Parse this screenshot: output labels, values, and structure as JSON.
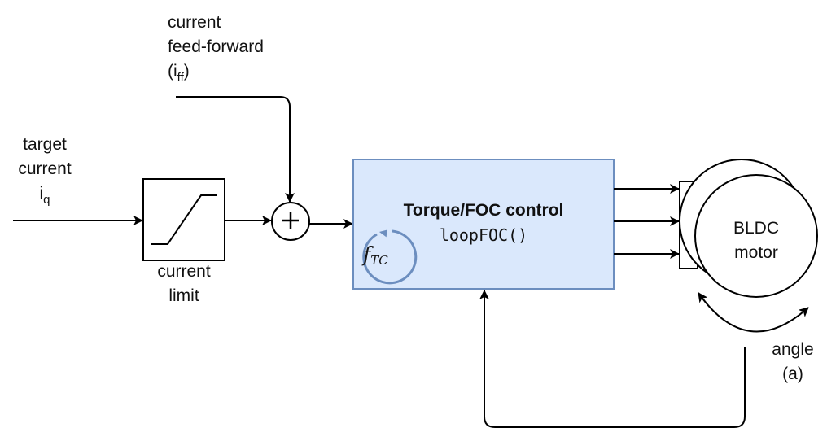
{
  "colors": {
    "line": "#000000",
    "block_fill": "#dae8fc",
    "block_border": "#6c8ebf",
    "loop_icon": "#6c8ebf"
  },
  "labels": {
    "feedforward": {
      "line1": "current",
      "line2": "feed-forward",
      "paren_open": "(i",
      "subscript": "ff",
      "paren_close": ")"
    },
    "target": {
      "line1": "target",
      "line2": "current",
      "symbol": "i",
      "subscript": "q"
    },
    "limit_block": {
      "line1": "current",
      "line2": "limit"
    },
    "summing_junction": {
      "symbol": "+"
    },
    "foc_block": {
      "title": "Torque/FOC control",
      "function": "loopFOC()",
      "loop_symbol": "f",
      "loop_subscript": "TC"
    },
    "motor": {
      "line1": "BLDC",
      "line2": "motor"
    },
    "angle": {
      "line1": "angle",
      "line2": "(a)"
    }
  }
}
